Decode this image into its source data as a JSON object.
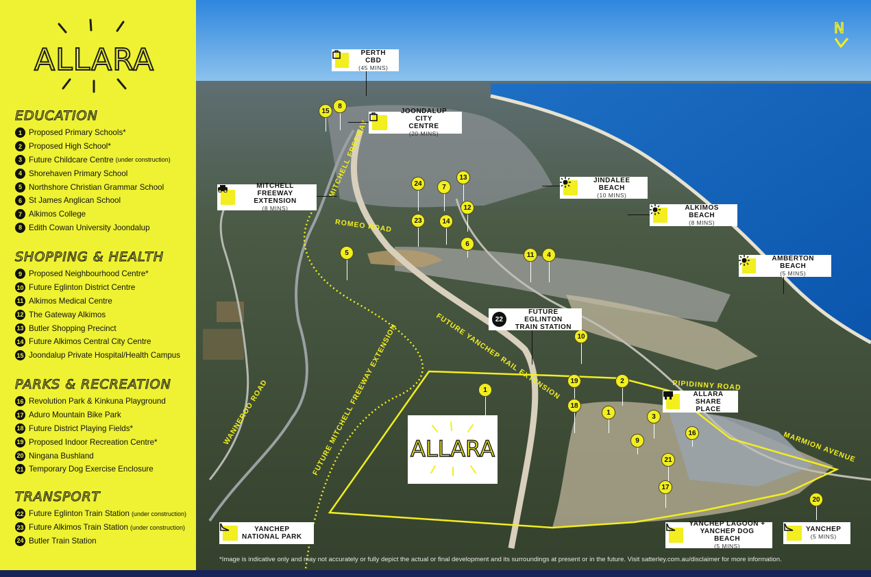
{
  "brand": {
    "name": "ALLARA"
  },
  "legend": {
    "sections": [
      {
        "title": "EDUCATION",
        "items": [
          {
            "num": "1",
            "label": "Proposed Primary Schools*",
            "note": ""
          },
          {
            "num": "2",
            "label": "Proposed High School*",
            "note": ""
          },
          {
            "num": "3",
            "label": "Future Childcare Centre",
            "note": "(under construction)"
          },
          {
            "num": "4",
            "label": "Shorehaven Primary School",
            "note": ""
          },
          {
            "num": "5",
            "label": "Northshore Christian Grammar School",
            "note": ""
          },
          {
            "num": "6",
            "label": "St James Anglican School",
            "note": ""
          },
          {
            "num": "7",
            "label": "Alkimos College",
            "note": ""
          },
          {
            "num": "8",
            "label": "Edith Cowan University Joondalup",
            "note": ""
          }
        ]
      },
      {
        "title": "SHOPPING & HEALTH",
        "items": [
          {
            "num": "9",
            "label": "Proposed Neighbourhood Centre*",
            "note": ""
          },
          {
            "num": "10",
            "label": "Future Eglinton District Centre",
            "note": ""
          },
          {
            "num": "11",
            "label": "Alkimos Medical Centre",
            "note": ""
          },
          {
            "num": "12",
            "label": "The Gateway Alkimos",
            "note": ""
          },
          {
            "num": "13",
            "label": "Butler Shopping Precinct",
            "note": ""
          },
          {
            "num": "14",
            "label": "Future Alkimos Central City Centre",
            "note": ""
          },
          {
            "num": "15",
            "label": "Joondalup Private Hospital/Health Campus",
            "note": ""
          }
        ]
      },
      {
        "title": "PARKS & RECREATION",
        "items": [
          {
            "num": "16",
            "label": "Revolution Park & Kinkuna Playground",
            "note": ""
          },
          {
            "num": "17",
            "label": "Aduro Mountain Bike Park",
            "note": ""
          },
          {
            "num": "18",
            "label": "Future District Playing Fields*",
            "note": ""
          },
          {
            "num": "19",
            "label": "Proposed Indoor Recreation Centre*",
            "note": ""
          },
          {
            "num": "20",
            "label": "Ningana Bushland",
            "note": ""
          },
          {
            "num": "21",
            "label": "Temporary Dog Exercise Enclosure",
            "note": ""
          }
        ]
      },
      {
        "title": "TRANSPORT",
        "items": [
          {
            "num": "22",
            "label": "Future Eglinton Train Station",
            "note": "(under construction)"
          },
          {
            "num": "23",
            "label": "Future Alkimos Train Station",
            "note": "(under construction)"
          },
          {
            "num": "24",
            "label": "Butler Train Station",
            "note": ""
          }
        ]
      }
    ]
  },
  "map": {
    "destinations": {
      "perth_cbd": {
        "name": "PERTH CBD",
        "time": "(45 MINS)",
        "icon": "shopping-bag-icon"
      },
      "joondalup": {
        "name": "JOONDALUP CITY",
        "name2": "CENTRE",
        "time": "(20 MINS)",
        "icon": "shopping-bag-icon"
      },
      "mitchell": {
        "name": "MITCHELL FREEWAY",
        "name2": "EXTENSION",
        "time": "(8 MINS)",
        "icon": "car-icon"
      },
      "jindalee": {
        "name": "JINDALEE BEACH",
        "time": "(10 MINS)",
        "icon": "sun-icon"
      },
      "alkimos": {
        "name": "ALKIMOS BEACH",
        "time": "(8 MINS)",
        "icon": "sun-icon"
      },
      "amberton": {
        "name": "AMBERTON BEACH",
        "time": "(5 MINS)",
        "icon": "sun-icon"
      },
      "eglinton": {
        "name": "FUTURE EGLINTON",
        "name2": "TRAIN STATION",
        "num": "22"
      },
      "share_place": {
        "name": "ALLARA",
        "name2": "SHARE PLACE",
        "icon": "house-icon"
      },
      "yanchep_np": {
        "name": "YANCHEP",
        "name2": "NATIONAL PARK",
        "icon": "tree-icon"
      },
      "yanchep_lagoon": {
        "name": "YANCHEP LAGOON +",
        "name2": "YANCHEP DOG BEACH",
        "time": "(5 MINS)",
        "icon": "tree-icon"
      },
      "yanchep": {
        "name": "YANCHEP",
        "time": "(5 MINS)",
        "icon": "tree-icon"
      }
    },
    "roads": {
      "mitchell_fwy": "MITCHELL FREEWAY",
      "romeo": "ROMEO ROAD",
      "yanchep_rail": "FUTURE YANCHEP RAIL EXTENSION",
      "future_mitchell": "FUTURE MITCHELL FREEWAY EXTENSION",
      "wanneroo": "WANNEROO ROAD",
      "pipidinny": "PIPIDINNY ROAD",
      "marmion": "MARMION AVENUE"
    },
    "pins": [
      "15",
      "8",
      "24",
      "7",
      "13",
      "12",
      "23",
      "14",
      "6",
      "5",
      "11",
      "4",
      "10",
      "19",
      "2",
      "18",
      "1",
      "1",
      "3",
      "16",
      "9",
      "21",
      "17",
      "20"
    ],
    "north_label": "N",
    "disclaimer": "*Image is indicative only and may not accurately or fully depict the actual or final development and its surroundings at present or in the future. Visit satterley.com.au/disclaimer for more information."
  },
  "colors": {
    "accent_yellow": "#eef233",
    "ink": "#111111",
    "ocean": "#0d5fb8",
    "sky": "#2f8be0",
    "land": "#3c4a33"
  }
}
